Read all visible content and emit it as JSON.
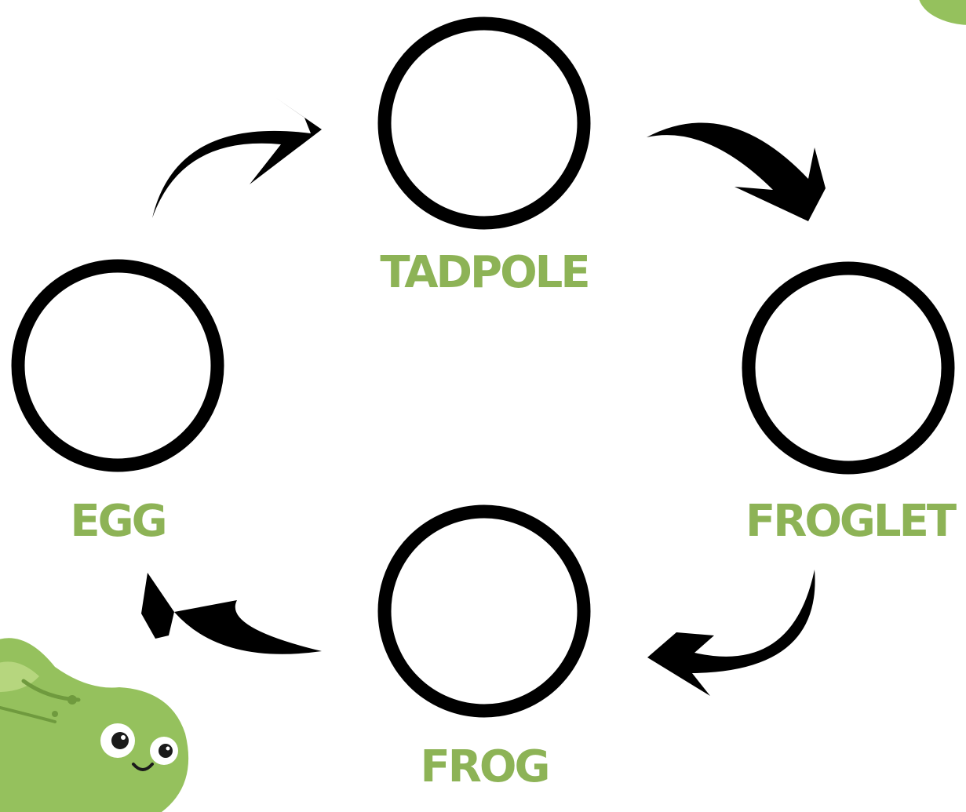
{
  "diagram": {
    "stages": [
      {
        "id": "tadpole",
        "label": "TADPOLE"
      },
      {
        "id": "froglet",
        "label": "FROGLET"
      },
      {
        "id": "frog",
        "label": "FROG"
      },
      {
        "id": "egg",
        "label": "EGG"
      }
    ],
    "flow": "clockwise",
    "colors": {
      "label": "#8db356",
      "outline": "#000000",
      "frog_body": "#95c15d",
      "frog_light": "#b6d67e",
      "frog_dark": "#6f9a3e"
    },
    "decorations": [
      "frog-character-icon",
      "leaf-corner-icon"
    ]
  }
}
